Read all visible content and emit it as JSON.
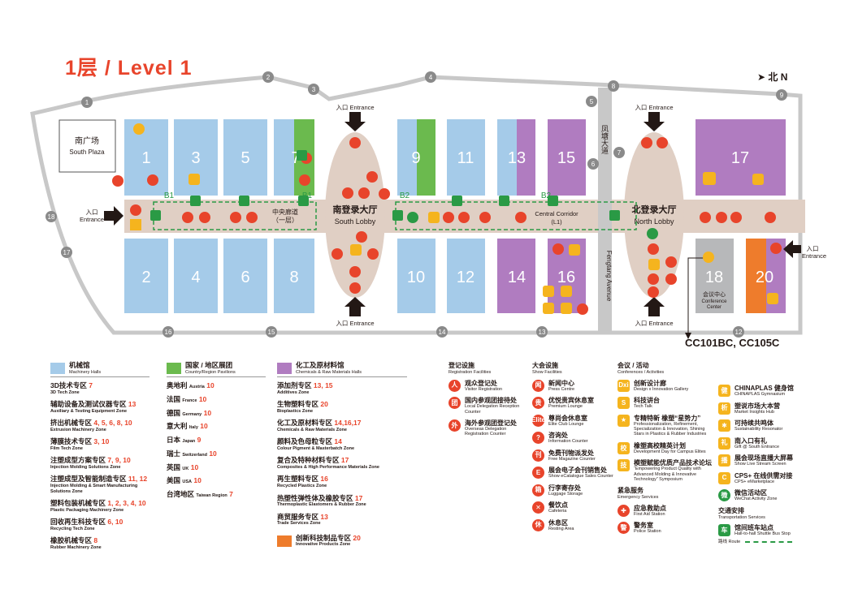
{
  "title": "1层 / Level 1",
  "north": "北 N",
  "map": {
    "halls": [
      {
        "num": "1",
        "color": "#a5cbe9"
      },
      {
        "num": "3",
        "color": "#a5cbe9"
      },
      {
        "num": "5",
        "color": "#a5cbe9"
      },
      {
        "num": "7",
        "color": "#a5cbe9"
      },
      {
        "num": "9",
        "color": "#a5cbe9"
      },
      {
        "num": "11",
        "color": "#a5cbe9"
      },
      {
        "num": "13",
        "color": "#a5cbe9"
      },
      {
        "num": "15",
        "color": "#b07cc0"
      },
      {
        "num": "17",
        "color": "#b07cc0"
      },
      {
        "num": "2",
        "color": "#a5cbe9"
      },
      {
        "num": "4",
        "color": "#a5cbe9"
      },
      {
        "num": "6",
        "color": "#a5cbe9"
      },
      {
        "num": "8",
        "color": "#a5cbe9"
      },
      {
        "num": "10",
        "color": "#a5cbe9"
      },
      {
        "num": "12",
        "color": "#a5cbe9"
      },
      {
        "num": "14",
        "color": "#b07cc0"
      },
      {
        "num": "16",
        "color": "#b07cc0"
      },
      {
        "num": "18",
        "color": "#b7b8ba"
      },
      {
        "num": "20",
        "color": "#ee7c2c"
      }
    ],
    "gates": [
      "1",
      "2",
      "3",
      "4",
      "5",
      "6",
      "7",
      "8",
      "9",
      "12",
      "13",
      "14",
      "15",
      "16",
      "17",
      "18"
    ],
    "entrance": "入口 Entrance",
    "entrance_zh": "入口",
    "entrance_en": "Entrance",
    "south_plaza_zh": "南广场",
    "south_plaza_en": "South Plaza",
    "south_lobby_zh": "南登录大厅",
    "south_lobby_en": "South Lobby",
    "north_lobby_zh": "北登录大厅",
    "north_lobby_en": "North Lobby",
    "central_zh1": "中央廊道",
    "central_zh2": "（一层）",
    "central_en1": "Central Corridor",
    "central_en2": "(L1)",
    "avenue_zh": "凤塘大道",
    "avenue_en": "Fengtang Avenue",
    "conf_zh": "会议中心",
    "conf_en1": "Conference",
    "conf_en2": "Center",
    "b1": "B1",
    "b2": "B2",
    "cc_rooms": "CC101BC, CC105C",
    "colors": {
      "blue": "#a5cbe9",
      "green": "#6bba4e",
      "purple": "#b07cc0",
      "orange": "#ee7c2c",
      "grey": "#b7b8ba",
      "lobby": "#e0cfc4",
      "red": "#e8442b",
      "yellow": "#f5b41e",
      "bus": "#2a9a45"
    }
  },
  "legend": {
    "machinery": {
      "zh": "机械馆",
      "en": "Machinery Halls"
    },
    "country": {
      "zh": "国家 / 地区展团",
      "en": "Country/Region Pavilions"
    },
    "chem": {
      "zh": "化工及原材料馆",
      "en": "Chemicals & Raw Materials Halls"
    },
    "innov": {
      "zh": "创新科技制品专区",
      "num": "20",
      "en": "Innovative Products Zone"
    },
    "mzones": [
      {
        "zh": "3D技术专区",
        "num": "7",
        "en": "3D Tech Zone"
      },
      {
        "zh": "辅助设备及测试仪器专区",
        "num": "13",
        "en": "Auxiliary & Testing Equipment Zone"
      },
      {
        "zh": "挤出机械专区",
        "num": "4, 5, 6, 8, 10",
        "en": "Extrusion Machinery Zone"
      },
      {
        "zh": "薄膜技术专区",
        "num": "3, 10",
        "en": "Film Tech Zone"
      },
      {
        "zh": "注塑成型方案专区",
        "num": "7, 9, 10",
        "en": "Injection Molding Solutions Zone"
      },
      {
        "zh": "注塑成型及智能制造专区",
        "num": "11, 12",
        "en": "Injection Molding & Smart Manufacturing Solutions Zone"
      },
      {
        "zh": "塑料包装机械专区",
        "num": "1, 2, 3, 4, 10",
        "en": "Plastic Packaging Machinery Zone"
      },
      {
        "zh": "回收再生科技专区",
        "num": "6, 10",
        "en": "Recycling Tech Zone"
      },
      {
        "zh": "橡胶机械专区",
        "num": "8",
        "en": "Rubber Machinery Zone"
      }
    ],
    "countries": [
      {
        "zh": "奥地利",
        "en": "Austria",
        "num": "10"
      },
      {
        "zh": "法国",
        "en": "France",
        "num": "10"
      },
      {
        "zh": "德国",
        "en": "Germany",
        "num": "10"
      },
      {
        "zh": "意大利",
        "en": "Italy",
        "num": "10"
      },
      {
        "zh": "日本",
        "en": "Japan",
        "num": "9"
      },
      {
        "zh": "瑞士",
        "en": "Switzerland",
        "num": "10"
      },
      {
        "zh": "英国",
        "en": "UK",
        "num": "10"
      },
      {
        "zh": "美国",
        "en": "USA",
        "num": "10"
      },
      {
        "zh": "台湾地区",
        "en": "Taiwan Region",
        "num": "7"
      }
    ],
    "czones": [
      {
        "zh": "添加剂专区",
        "num": "13, 15",
        "en": "Additives Zone"
      },
      {
        "zh": "生物塑料专区",
        "num": "20",
        "en": "Bioplastics Zone"
      },
      {
        "zh": "化工及原材料专区",
        "num": "14,16,17",
        "en": "Chemicals & Raw Materials Zone"
      },
      {
        "zh": "颜料及色母粒专区",
        "num": "14",
        "en": "Colour Pigment & Masterbatch Zone"
      },
      {
        "zh": "复合及特种材料专区",
        "num": "17",
        "en": "Composites & High Performance Materials Zone"
      },
      {
        "zh": "再生塑料专区",
        "num": "16",
        "en": "Recycled Plastics Zone"
      },
      {
        "zh": "热塑性弹性体及橡胶专区",
        "num": "17",
        "en": "Thermoplastic Elastomers & Rubber Zone"
      },
      {
        "zh": "商贸服务专区",
        "num": "13",
        "en": "Trade Services Zone"
      }
    ],
    "reg": {
      "zh": "登记设施",
      "en": "Registration Facilities"
    },
    "regs": [
      {
        "icon": "人",
        "zh": "观众登记处",
        "en": "Visitor Registration"
      },
      {
        "icon": "团",
        "zh": "国内参观团接待处",
        "en": "Local Delegation Reception Counter"
      },
      {
        "icon": "外",
        "zh": "海外参观团登记处",
        "en": "Overseas Delegation Registration Counter"
      }
    ],
    "show": {
      "zh": "大会设施",
      "en": "Show Facilities"
    },
    "shows": [
      {
        "icon": "闻",
        "zh": "新闻中心",
        "en": "Press Centre"
      },
      {
        "icon": "贵",
        "zh": "优悦贵宾休息室",
        "en": "Premium Lounge"
      },
      {
        "icon": "Elite",
        "zh": "尊尚会休息室",
        "en": "Elite Club Lounge"
      },
      {
        "icon": "?",
        "zh": "咨询处",
        "en": "Information Counter"
      },
      {
        "icon": "刊",
        "zh": "免费刊物派发处",
        "en": "Free Magazine Counter"
      },
      {
        "icon": "E",
        "zh": "展会电子会刊销售处",
        "en": "Show eCatalogue Sales Counter"
      },
      {
        "icon": "箱",
        "zh": "行李寄存处",
        "en": "Luggage Storage"
      },
      {
        "icon": "✕",
        "zh": "餐饮点",
        "en": "Cafeteria"
      },
      {
        "icon": "休",
        "zh": "休息区",
        "en": "Resting Area"
      }
    ],
    "conf": {
      "zh": "会议 / 活动",
      "en": "Conferences / Activities"
    },
    "confs": [
      {
        "icon": "Dxi",
        "zh": "创新设计廊",
        "en": "Design x Innovation Gallery"
      },
      {
        "icon": "S",
        "zh": "科技讲台",
        "en": "Tech Talk"
      },
      {
        "icon": "★",
        "zh": "专精特新 橡塑“星势力”",
        "en": "Professionalization, Refinement, Specialization & Innovation, Shining Stars in Plastics & Rubber Industries"
      },
      {
        "icon": "校",
        "zh": "橡塑高校精英计划",
        "en": "Development Day for Campus Elites"
      },
      {
        "icon": "技",
        "zh": "模塑赋能优质产品技术论坛",
        "en": "“Empowering Product Quality with Advanced Molding & Innovative Technology” Symposium"
      }
    ],
    "emerg": {
      "zh": "紧急服务",
      "en": "Emergency Services"
    },
    "emergs": [
      {
        "icon": "✚",
        "zh": "应急救助点",
        "en": "First Aid Station"
      },
      {
        "icon": "警",
        "zh": "警务室",
        "en": "Police Station"
      }
    ],
    "misc": [
      {
        "icon": "健",
        "zh": "CHINAPLAS 健身馆",
        "en": "CHINAPLAS Gymnasium"
      },
      {
        "icon": "析",
        "zh": "塑说市场大本营",
        "en": "Market Insights Hub"
      },
      {
        "icon": "✱",
        "zh": "可持续共鸣体",
        "en": "Sustainability Resonator"
      },
      {
        "icon": "礼",
        "zh": "南入口有礼",
        "en": "Gift @ South Entrance"
      },
      {
        "icon": "播",
        "zh": "展会现场直播大屏幕",
        "en": "Show Live Stream Screen"
      },
      {
        "icon": "C",
        "zh": "CPS+ 在线供需对接",
        "en": "CPS+ eMarketplace"
      },
      {
        "icon": "微",
        "zh": "微信活动区",
        "en": "WeChat Activity Zone"
      }
    ],
    "transport": {
      "zh": "交通安排",
      "en": "Transportation Services"
    },
    "bus": {
      "icon": "车",
      "zh": "馆间班车站点",
      "en": "Hall-to-hall Shuttle Bus Stop",
      "route": "路线 Route"
    }
  }
}
